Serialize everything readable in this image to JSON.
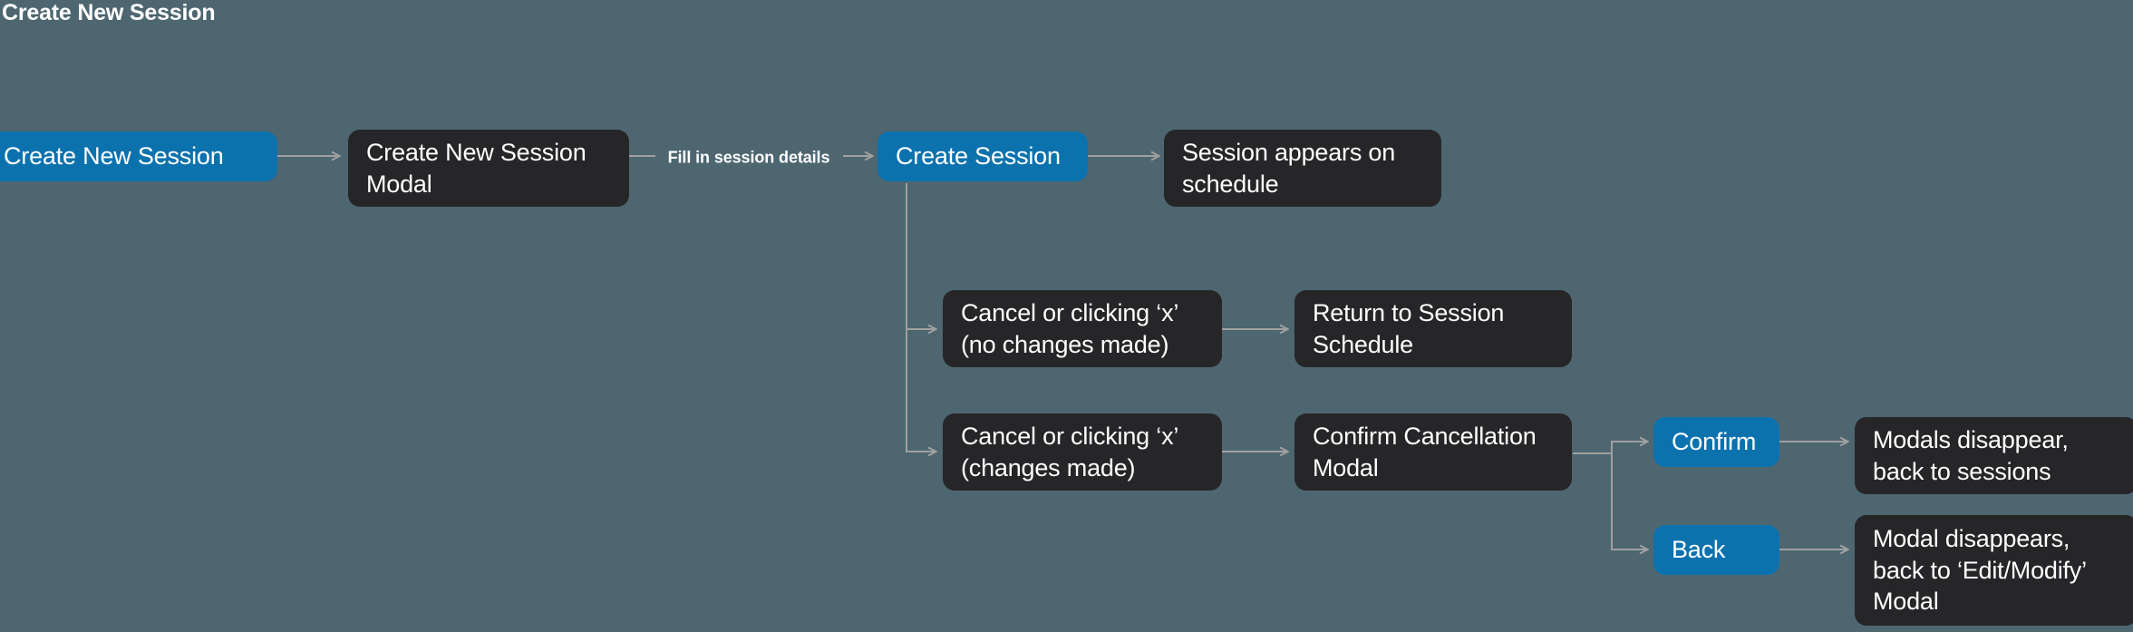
{
  "diagram": {
    "title": "Create New Session",
    "background_color": "#4d6670",
    "accent_color": "#0c72ae",
    "node_color": "#262629",
    "edge_color": "#a0a0a0",
    "text_color": "#ffffff"
  },
  "nodes": {
    "create_new_session_button": {
      "label": "Create New Session",
      "type": "action",
      "color": "#0c72ae"
    },
    "create_new_session_modal": {
      "label": "Create New Session\nModal",
      "type": "state",
      "color": "#262629"
    },
    "create_session_button": {
      "label": "Create Session",
      "type": "action",
      "color": "#0c72ae"
    },
    "session_appears_on_schedule": {
      "label": "Session appears on\nschedule",
      "type": "state",
      "color": "#262629"
    },
    "cancel_no_changes": {
      "label": "Cancel or clicking ‘x’\n(no changes made)",
      "type": "state",
      "color": "#262629"
    },
    "return_to_session_schedule": {
      "label": "Return to Session\nSchedule",
      "type": "state",
      "color": "#262629"
    },
    "cancel_with_changes": {
      "label": "Cancel or clicking ‘x’\n(changes made)",
      "type": "state",
      "color": "#262629"
    },
    "confirm_cancellation_modal": {
      "label": "Confirm Cancellation\nModal",
      "type": "state",
      "color": "#262629"
    },
    "confirm_button": {
      "label": "Confirm",
      "type": "action",
      "color": "#0c72ae"
    },
    "back_button": {
      "label": "Back",
      "type": "action",
      "color": "#0c72ae"
    },
    "modals_disappear_back_to_sessions": {
      "label": "Modals disappear,\nback to sessions",
      "type": "state",
      "color": "#262629"
    },
    "modal_disappears_back_to_edit_modify": {
      "label": "Modal disappears,\nback to ‘Edit/Modify’\nModal",
      "type": "state",
      "color": "#262629"
    }
  },
  "edges": [
    {
      "from": "create_new_session_button",
      "to": "create_new_session_modal",
      "label": ""
    },
    {
      "from": "create_new_session_modal",
      "to": "create_session_button",
      "label": "Fill in session details"
    },
    {
      "from": "create_session_button",
      "to": "session_appears_on_schedule",
      "label": ""
    },
    {
      "from": "create_session_button",
      "to": "cancel_no_changes",
      "label": ""
    },
    {
      "from": "cancel_no_changes",
      "to": "return_to_session_schedule",
      "label": ""
    },
    {
      "from": "create_session_button",
      "to": "cancel_with_changes",
      "label": ""
    },
    {
      "from": "cancel_with_changes",
      "to": "confirm_cancellation_modal",
      "label": ""
    },
    {
      "from": "confirm_cancellation_modal",
      "to": "confirm_button",
      "label": ""
    },
    {
      "from": "confirm_cancellation_modal",
      "to": "back_button",
      "label": ""
    },
    {
      "from": "confirm_button",
      "to": "modals_disappear_back_to_sessions",
      "label": ""
    },
    {
      "from": "back_button",
      "to": "modal_disappears_back_to_edit_modify",
      "label": ""
    }
  ],
  "edge_labels": {
    "fill_in_session_details": "Fill in session details"
  }
}
